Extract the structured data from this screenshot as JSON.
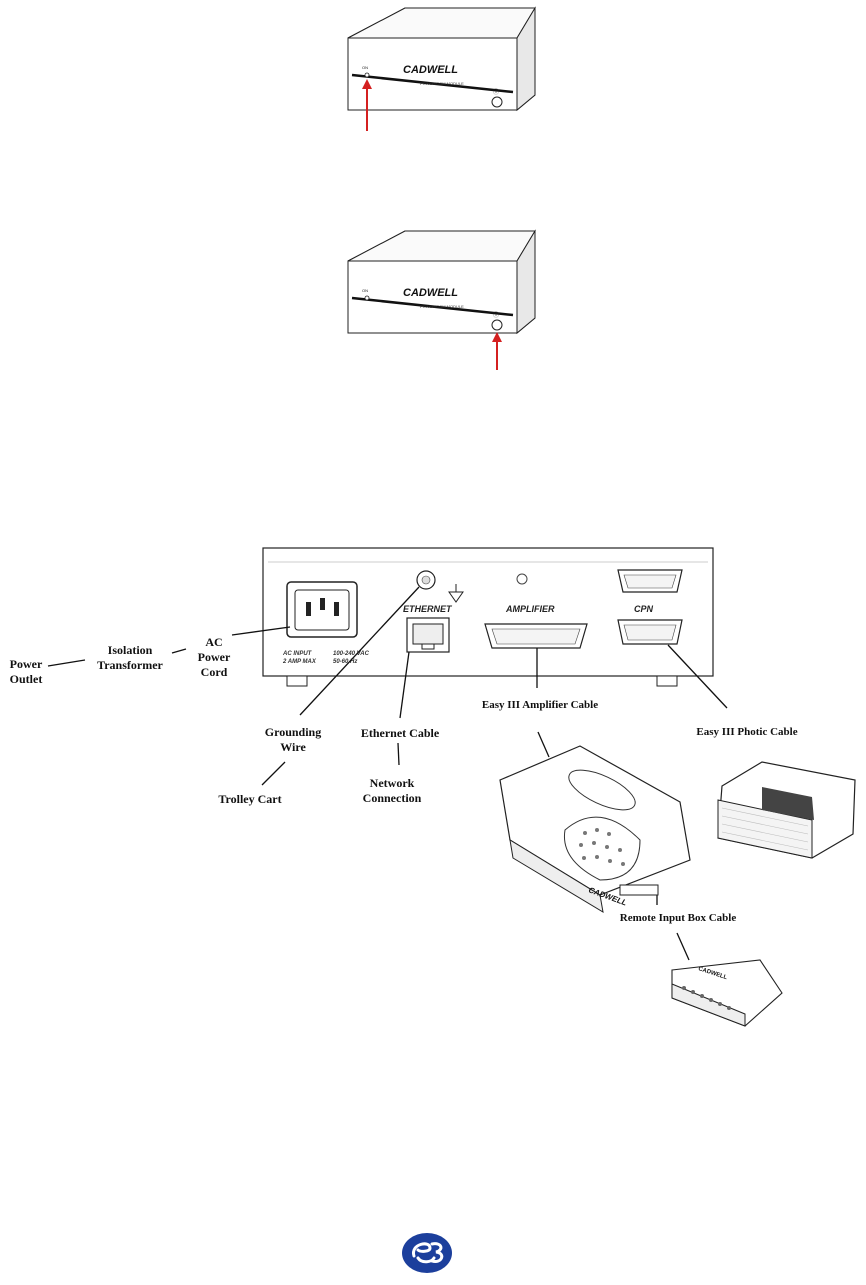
{
  "module": {
    "brand": "CADWELL",
    "subtitle": "POWER/COM MODULE",
    "on_label": "ON",
    "power_symbol": "Ⓘ"
  },
  "rear_panel": {
    "ethernet_label": "ETHERNET",
    "amplifier_label": "AMPLIFIER",
    "cpn_label": "CPN",
    "ac_input_line1": "AC INPUT",
    "ac_input_line2": "2 AMP MAX",
    "voltage_line1": "100-240 VAC",
    "voltage_line2": "50-60 Hz"
  },
  "labels": {
    "power_outlet": [
      "Power",
      "Outlet"
    ],
    "isolation_transformer": [
      "Isolation",
      "Transformer"
    ],
    "ac_power_cord": [
      "AC Power",
      "Cord"
    ],
    "grounding_wire": [
      "Grounding",
      "Wire"
    ],
    "ethernet_cable": "Ethernet Cable",
    "trolley_cart": "Trolley Cart",
    "network_connection": [
      "Network",
      "Connection"
    ],
    "amplifier_cable": "Easy III Amplifier Cable",
    "photic_cable": "Easy III Photic Cable",
    "remote_input_box_cable": "Remote Input Box Cable"
  },
  "colors": {
    "arrow": "#d42020",
    "logo_blue": "#1c3f9c"
  }
}
